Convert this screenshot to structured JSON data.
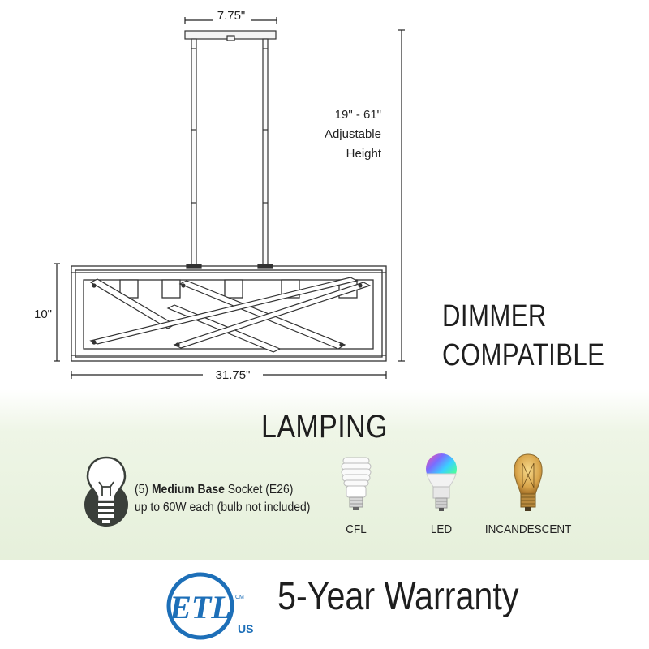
{
  "dimensions": {
    "canopy_width": "7.75\"",
    "adjustable_height_line1": "19\" - 61\"",
    "adjustable_height_line2": "Adjustable",
    "adjustable_height_line3": "Height",
    "fixture_height": "10\"",
    "fixture_width": "31.75\""
  },
  "feature": {
    "dimmer_line1": "DIMMER",
    "dimmer_line2": "COMPATIBLE"
  },
  "lamping": {
    "title": "LAMPING",
    "socket_count": "(5)",
    "socket_base": "Medium Base",
    "socket_type": "Socket (E26)",
    "socket_line2": "up to 60W each (bulb not included)",
    "bulbs": [
      {
        "label": "CFL",
        "icon": "cfl-bulb-icon"
      },
      {
        "label": "LED",
        "icon": "led-bulb-icon"
      },
      {
        "label": "INCANDESCENT",
        "icon": "incandescent-bulb-icon"
      }
    ]
  },
  "certification": {
    "mark_letters": "ETL",
    "mark_cm": "CM",
    "mark_us": "US",
    "warranty": "5-Year Warranty"
  },
  "colors": {
    "etl_blue": "#1d6fb8",
    "band_green": "#e6f0db",
    "lamp_icon_dark": "#3a3f3a"
  }
}
